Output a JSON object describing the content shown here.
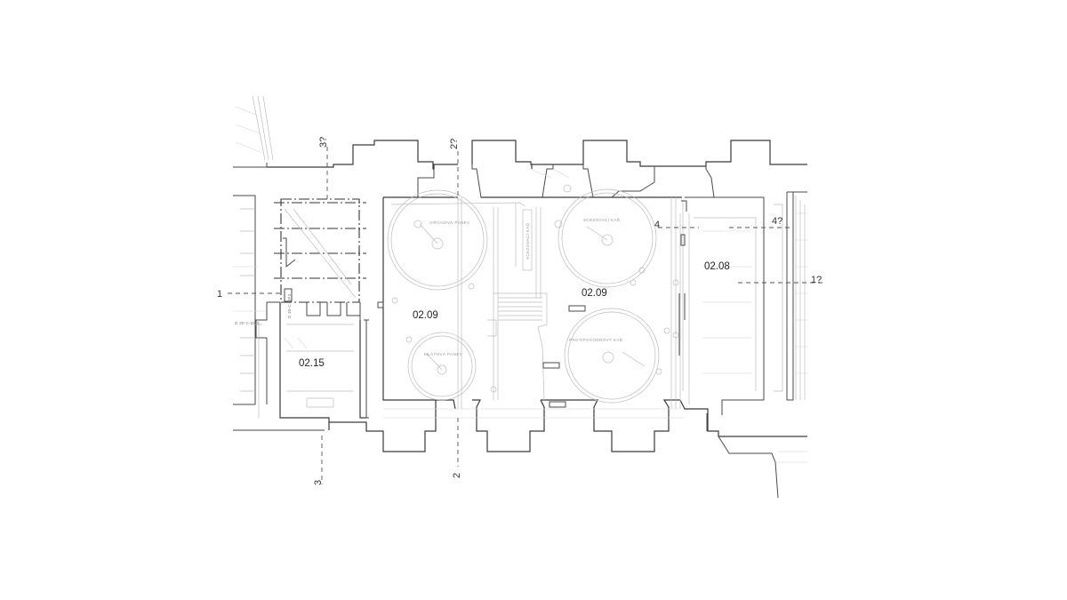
{
  "rooms": {
    "room_0209_left": "02.09",
    "room_0209_right": "02.09",
    "room_0208": "02.08",
    "room_0215": "02.15"
  },
  "section_markers": {
    "s1_left": "1",
    "s1_right": "1?",
    "s2_top": "2?",
    "s2_bottom": "2",
    "s3_top": "3?",
    "s3_bottom": "3",
    "s4_left": "4",
    "s4_right": "4?"
  },
  "equipment": {
    "tank_top_left": "VÍRCHOVÁ PÁNEV",
    "tank_bottom_left": "MLÁTOVÁ PÁNEV",
    "tank_top_right": "SCEZOVACÍ KAĎ",
    "tank_bottom_right": "PROTIPOVODŇOVÝ KAĎ",
    "vertical_label": "SCEZOVACÍ KAĎ"
  },
  "tags": {
    "tag_op1": "D 30-C-DP1",
    "tag_op3": "D 30-C-DP3"
  }
}
